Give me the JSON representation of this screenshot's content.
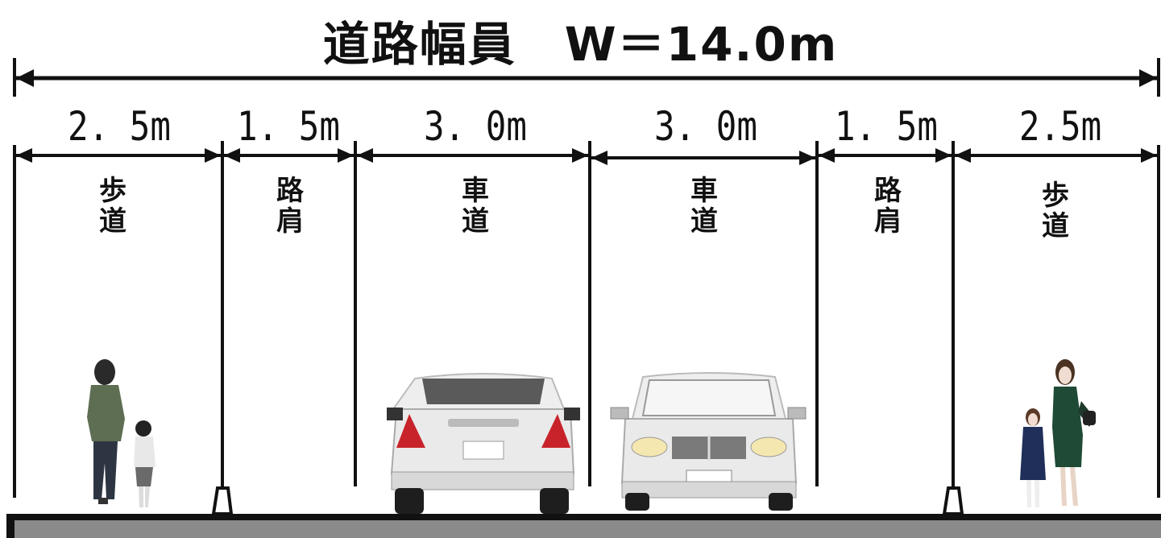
{
  "title": "道路幅員　W＝14.0m",
  "sections": [
    {
      "width_label": "2. 5m",
      "name_line1": "歩",
      "name_line2": "道"
    },
    {
      "width_label": "1. 5m",
      "name_line1": "路",
      "name_line2": "肩"
    },
    {
      "width_label": "3. 0m",
      "name_line1": "車",
      "name_line2": "道"
    },
    {
      "width_label": "3. 0m",
      "name_line1": "車",
      "name_line2": "道"
    },
    {
      "width_label": "1. 5m",
      "name_line1": "路",
      "name_line2": "肩"
    },
    {
      "width_label": "2.5m",
      "name_line1": "歩",
      "name_line2": "道"
    }
  ],
  "colors": {
    "line": "#111111",
    "road_surface": "#8a8a8a",
    "car_body": "#eeeeee",
    "taillight": "#c8232b"
  }
}
